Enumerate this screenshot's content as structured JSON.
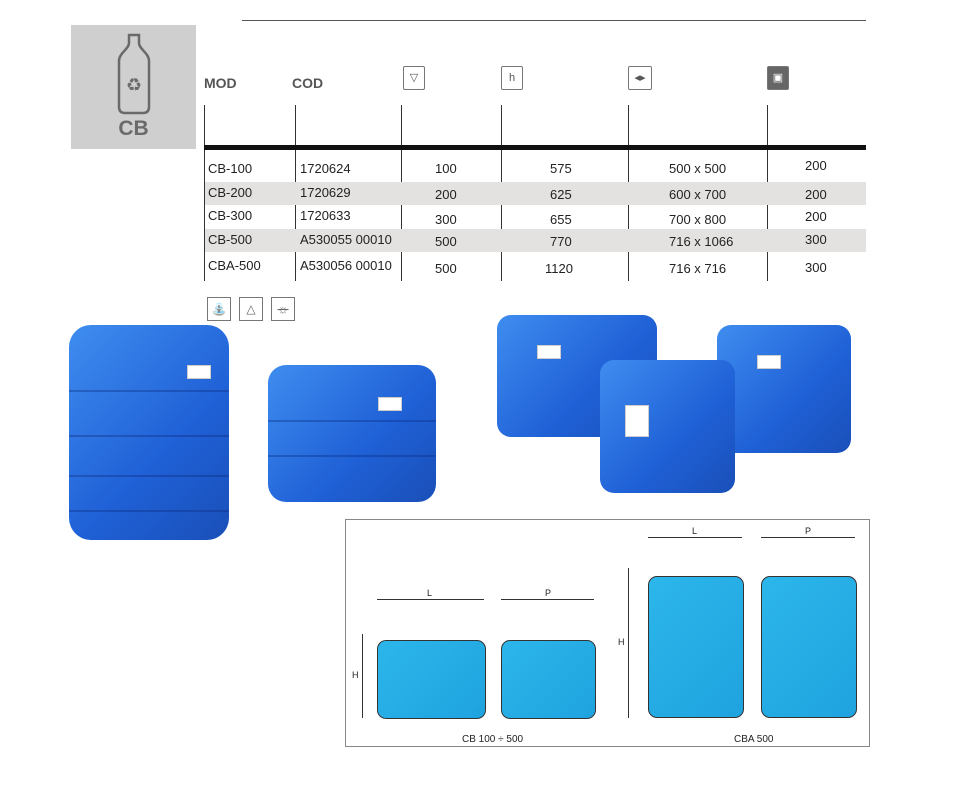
{
  "logo": {
    "label": "CB",
    "icon": "bottle-recycle-icon"
  },
  "table": {
    "headers": {
      "mod": "MOD",
      "cod": "COD",
      "capacity_icon": "capacity-icon",
      "height_icon": "height-icon",
      "dimensions_icon": "dimensions-icon",
      "cover_icon": "cover-diameter-icon"
    },
    "rows": [
      {
        "mod": "CB-100",
        "cod": "1720624",
        "litres": "100",
        "h": "575",
        "lxp": "500 x 500",
        "cover": "200"
      },
      {
        "mod": "CB-200",
        "cod": "1720629",
        "litres": "200",
        "h": "625",
        "lxp": "600 x 700",
        "cover": "200"
      },
      {
        "mod": "CB-300",
        "cod": "1720633",
        "litres": "300",
        "h": "655",
        "lxp": "700 x 800",
        "cover": "200"
      },
      {
        "mod": "CB-500",
        "cod": "A530055 00010",
        "litres": "500",
        "h": "770",
        "lxp": "716 x 1066",
        "cover": "300"
      },
      {
        "mod": "CBA-500",
        "cod": "A530056 00010",
        "litres": "500",
        "h": "1120",
        "lxp": "716 x 716",
        "cover": "300"
      }
    ]
  },
  "usage_icons": [
    "drinking-water-icon",
    "warning-icon",
    "no-sunlight-icon"
  ],
  "diagram": {
    "L": "L",
    "P": "P",
    "H": "H",
    "caption_left": "CB 100 ÷ 500",
    "caption_right": "CBA 500"
  },
  "colors": {
    "tank_blue": "#1f60d6",
    "diagram_blue": "#2cb6ea"
  }
}
